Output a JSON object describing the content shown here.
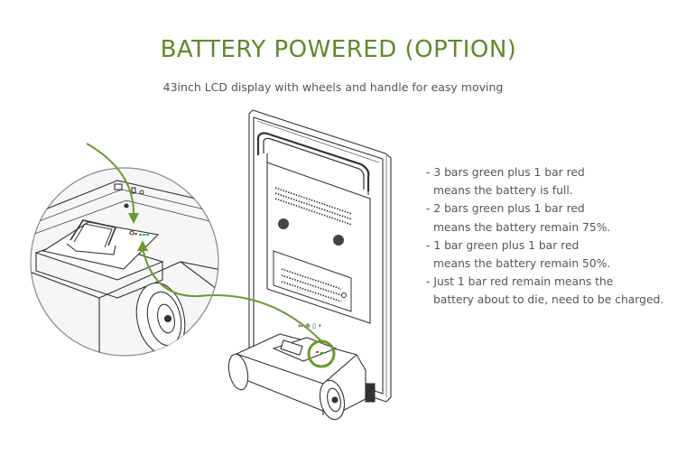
{
  "title": "BATTERY POWERED (OPTION)",
  "subtitle": "43inch LCD display with wheels and handle for easy moving",
  "notes": [
    {
      "line1": "- 3 bars green plus 1 bar red",
      "line2": "means the battery is full."
    },
    {
      "line1": "- 2 bars green plus 1 bar red",
      "line2": "means the battery remain 75%."
    },
    {
      "line1": "- 1 bar green plus 1 bar red",
      "line2": "means the battery remain 50%."
    },
    {
      "line1": "- Just 1 bar red remain means the",
      "line2": "battery about to die, need to be charged."
    }
  ],
  "colors": {
    "accent": "#6a9a2c",
    "title": "#5e8a2a",
    "text": "#555555",
    "indicator_red": "#e03030",
    "indicator_green": "#2bb34a"
  }
}
